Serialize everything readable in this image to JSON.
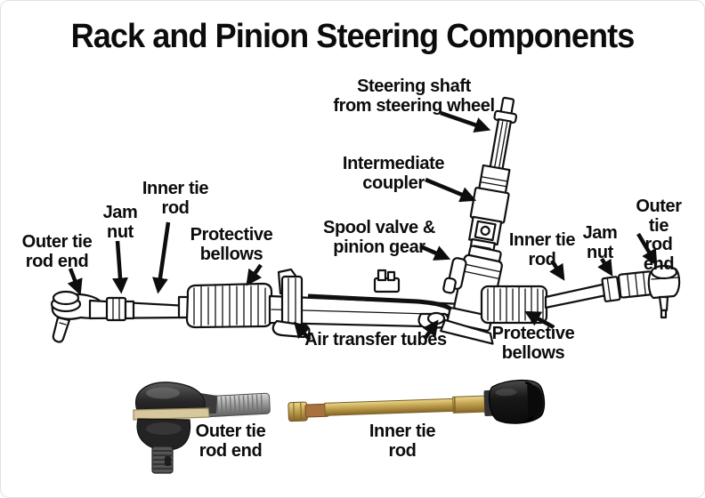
{
  "title": "Rack and Pinion Steering Components",
  "labels": {
    "steering_shaft": "Steering shaft\nfrom steering wheel",
    "intermediate_coupler": "Intermediate\ncoupler",
    "spool_valve": "Spool valve &\npinion gear",
    "air_transfer_tubes": "Air transfer tubes",
    "outer_tie_rod_end_left": "Outer tie\nrod end",
    "jam_nut_left": "Jam\nnut",
    "inner_tie_rod_left": "Inner tie\nrod",
    "protective_bellows_left": "Protective\nbellows",
    "inner_tie_rod_right": "Inner tie\nrod",
    "jam_nut_right": "Jam\nnut",
    "outer_tie_rod_end_right": "Outer tie\nrod end",
    "protective_bellows_right": "Protective\nbellows"
  },
  "photo_captions": {
    "outer_tie_rod_end": "Outer tie\nrod end",
    "inner_tie_rod": "Inner tie\nrod"
  },
  "colors": {
    "ink": "#0d0d0d",
    "tie_rod_gold": "#c2a24f",
    "threaded_metal": "#9a9a9a",
    "rubber_black": "#161616",
    "washer_tan": "#d6c79c",
    "background": "#ffffff"
  }
}
